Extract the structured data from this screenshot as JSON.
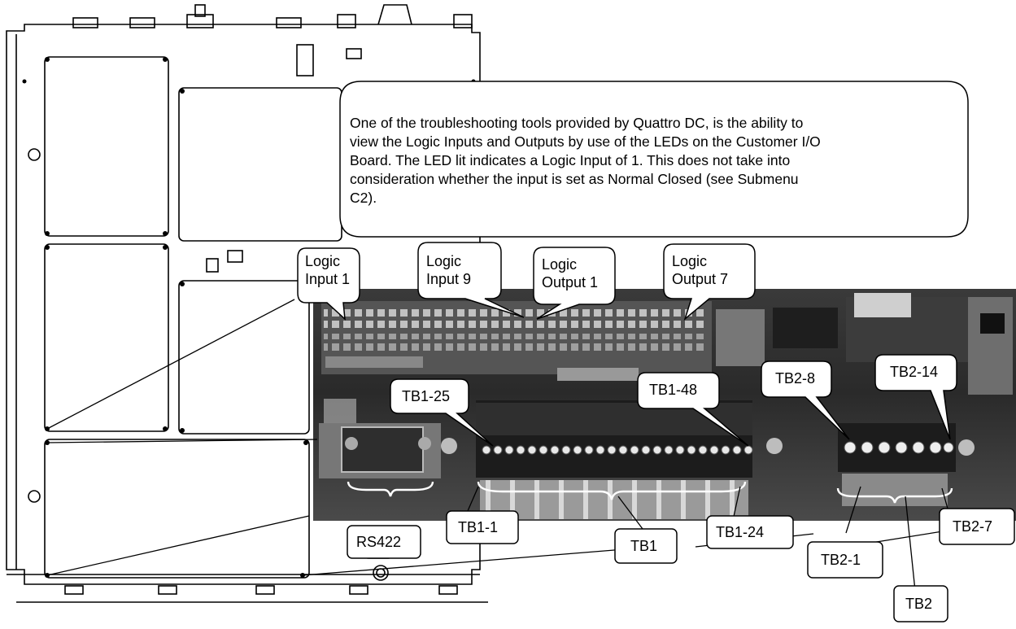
{
  "callout": {
    "text": "One of the troubleshooting tools provided by Quattro DC, is the ability to view the Logic Inputs and Outputs by use of the LEDs on the Customer I/O Board.  The LED lit indicates a Logic Input of 1.  This does not take into consideration whether the input is set as Normal Closed (see Submenu C2)."
  },
  "leds": {
    "logic_input_1": "Logic\nInput 1",
    "logic_input_9": "Logic\nInput 9",
    "logic_output_1": "Logic\nOutput 1",
    "logic_output_7": "Logic\nOutput 7"
  },
  "terminals": {
    "tb1_25": "TB1-25",
    "tb1_48": "TB1-48",
    "tb2_8": "TB2-8",
    "tb2_14": "TB2-14",
    "rs422": "RS422",
    "tb1_1": "TB1-1",
    "tb1": "TB1",
    "tb1_24": "TB1-24",
    "tb2_1": "TB2-1",
    "tb2_7": "TB2-7",
    "tb2": "TB2"
  },
  "colors": {
    "board_dark": "#2a2a2a",
    "board_mid": "#555555",
    "terminal_dark": "#1c1c1c",
    "outline": "#000000",
    "paper": "#ffffff"
  }
}
